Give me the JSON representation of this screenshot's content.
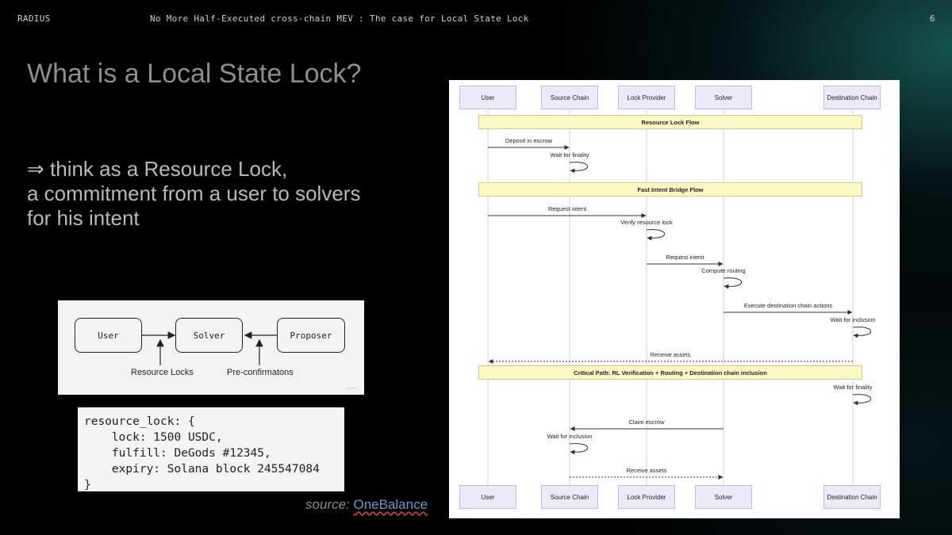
{
  "header": {
    "brand": "RADIUS",
    "title": "No More Half-Executed cross-chain MEV : The case for Local State Lock",
    "page_number": "6"
  },
  "slide": {
    "title": "What is a Local State Lock?",
    "tagline": [
      "⇒ think as a Resource Lock,",
      "a commitment from a user to solvers",
      "for his intent"
    ]
  },
  "mini_diagram": {
    "nodes": [
      "User",
      "Solver",
      "Proposer"
    ],
    "labels": [
      "Resource Locks",
      "Pre-confirmatons"
    ],
    "watermark": "RADIUS"
  },
  "code_block": {
    "lines": [
      "resource_lock: {",
      "    lock: 1500 USDC,",
      "    fulfill: DeGods #12345,",
      "    expiry: Solana block 245547084",
      "}"
    ]
  },
  "source": {
    "prefix": "source: ",
    "link_text": "OneBalance"
  },
  "sequence": {
    "participants": [
      "User",
      "Source Chain",
      "Lock Provider",
      "Solver",
      "Destination Chain"
    ],
    "notes": [
      "Resource Lock Flow",
      "Fast Intent Bridge Flow",
      "Critical Path: RL Verification + Routing + Destination chain inclusion"
    ],
    "messages": [
      {
        "label": "Deposit in escrow",
        "from": 0,
        "to": 1,
        "kind": "solid"
      },
      {
        "label": "Wait for finality",
        "from": 1,
        "to": 1,
        "kind": "self"
      },
      {
        "label": "Request intent",
        "from": 0,
        "to": 2,
        "kind": "solid"
      },
      {
        "label": "Verify resource lock",
        "from": 2,
        "to": 2,
        "kind": "self"
      },
      {
        "label": "Request intent",
        "from": 2,
        "to": 3,
        "kind": "solid"
      },
      {
        "label": "Compute routing",
        "from": 3,
        "to": 3,
        "kind": "self"
      },
      {
        "label": "Execute destination chain actions",
        "from": 3,
        "to": 4,
        "kind": "solid"
      },
      {
        "label": "Wait for inclusion",
        "from": 4,
        "to": 4,
        "kind": "self"
      },
      {
        "label": "Receive assets",
        "from": 4,
        "to": 0,
        "kind": "dashed"
      },
      {
        "label": "Wait for finality",
        "from": 4,
        "to": 4,
        "kind": "self"
      },
      {
        "label": "Claim escrow",
        "from": 3,
        "to": 1,
        "kind": "solid"
      },
      {
        "label": "Wait for inclusion",
        "from": 1,
        "to": 1,
        "kind": "self"
      },
      {
        "label": "Receive assets",
        "from": 1,
        "to": 3,
        "kind": "dashed"
      }
    ]
  }
}
